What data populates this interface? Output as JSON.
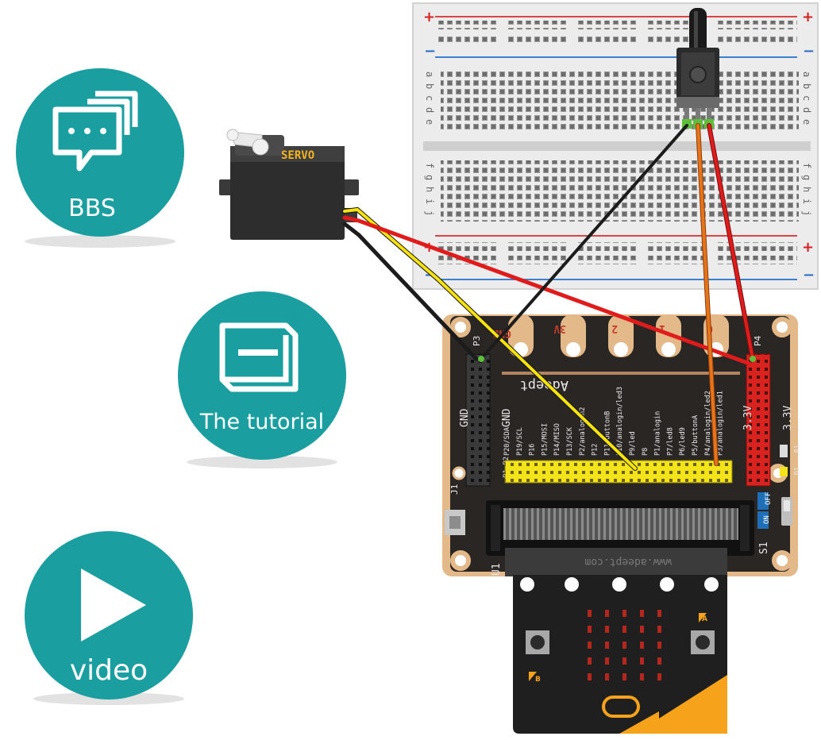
{
  "colors": {
    "teal": "#1a9ea0",
    "board": "#2a2623",
    "board_edge": "#e4b98a",
    "microbit_orange": "#f6a21b",
    "wire_red": "#e01b1b",
    "wire_black": "#1c1c1c",
    "wire_yellow": "#f5e20f",
    "wire_orange": "#e8741a",
    "header_yellow": "#f2e31b",
    "header_red": "#d9231e",
    "servo_label": "#f2b422"
  },
  "nav": {
    "bbs": {
      "label": "BBS",
      "icon": "chat-bubbles-icon"
    },
    "tutorial": {
      "label": "The tutorial",
      "icon": "book-icon"
    },
    "video": {
      "label": "video",
      "icon": "play-icon"
    }
  },
  "servo": {
    "label": "SERVO"
  },
  "breadboard": {
    "plus": "+",
    "minus": "−",
    "rows_top": [
      "a",
      "b",
      "c",
      "d",
      "e"
    ],
    "rows_bottom": [
      "f",
      "g",
      "h",
      "i",
      "j"
    ]
  },
  "board": {
    "brand": "Adeept",
    "url": "www.adeept.com",
    "pad_labels": [
      "GND",
      "3V",
      "2",
      "1",
      "0"
    ],
    "header_p3": "P3",
    "header_p4": "P4",
    "gnd_outer": "GND",
    "gnd_inner": "GND",
    "j1": "J1",
    "p1p2": "P1 P2",
    "u1": "U1",
    "s1": "S1",
    "on": "ON",
    "off": "OFF",
    "v33_outer": "3.3V",
    "v33_inner": "3.3V",
    "d1": "D1",
    "r1": "R1",
    "pins": [
      "P20/SDA",
      "P19/SCL",
      "P16",
      "P15/MOSI",
      "P14/MISO",
      "P13/SCK",
      "P2/analogin2",
      "P12",
      "P11/buttonB",
      "P10/analogin/led3",
      "P9/led",
      "P8",
      "P1/analogin",
      "P7/led8",
      "P6/led9",
      "P5/buttonA",
      "P4/analogin/led2",
      "P3/analogin/led1"
    ]
  },
  "microbit": {
    "button_a": "A",
    "button_b": "B"
  }
}
